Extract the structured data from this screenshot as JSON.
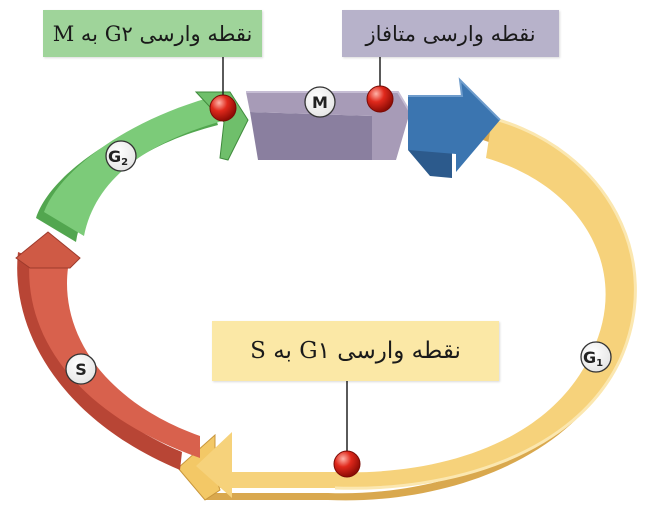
{
  "checkpoints": {
    "g2_to_m": "نقطه وارسی G۲ به M",
    "metaphase": "نقطه وارسی متافاز",
    "g1_to_s": "نقطه وارسی G۱ به S"
  },
  "phases": [
    {
      "key": "m",
      "label": "M",
      "color": "#a79bb7"
    },
    {
      "key": "g1",
      "label": "G",
      "sub": "1",
      "color": "#f6d27b"
    },
    {
      "key": "s",
      "label": "S",
      "color": "#d8614d"
    },
    {
      "key": "g2",
      "label": "G",
      "sub": "2",
      "color": "#7ccb79"
    },
    {
      "key": "cytokinesis",
      "color": "#3b75b0"
    }
  ],
  "colors": {
    "checkpoint_dot": "#e0291c",
    "g2_box": "#9fd49a",
    "meta_box": "#b7b2ca",
    "g1s_box": "#fbe8a6"
  }
}
